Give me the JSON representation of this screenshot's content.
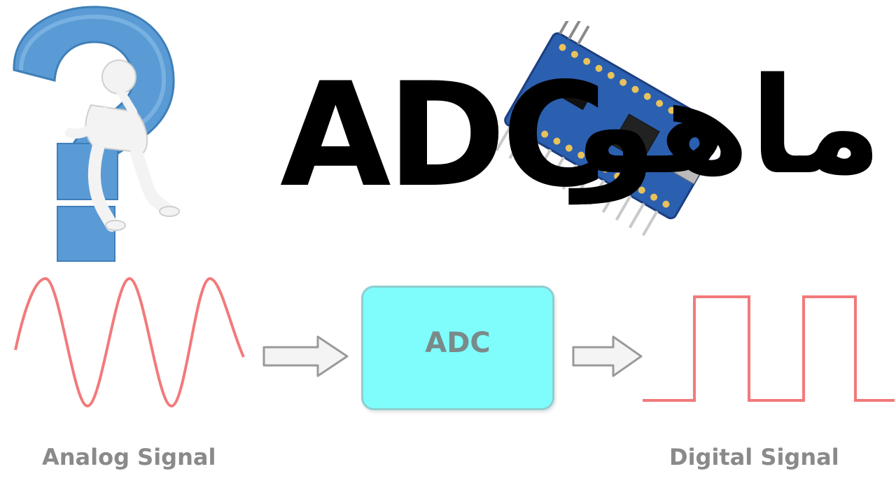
{
  "title": {
    "latin": "ADC",
    "arabic": "ماهو"
  },
  "diagram": {
    "converter_label": "ADC",
    "input_label": "Analog Signal",
    "output_label": "Digital Signal"
  },
  "colors": {
    "signal": "#f27a7a",
    "converter_fill": "#7ffcfc",
    "arrow_fill": "#f4f4f4",
    "arrow_stroke": "#9a9a9a",
    "question_mark": "#5a9bd5",
    "board": "#2b5fb0",
    "caption": "#8a8a8a"
  },
  "icons": [
    "question-mark-icon",
    "thinking-person-icon",
    "microcontroller-board-icon"
  ]
}
